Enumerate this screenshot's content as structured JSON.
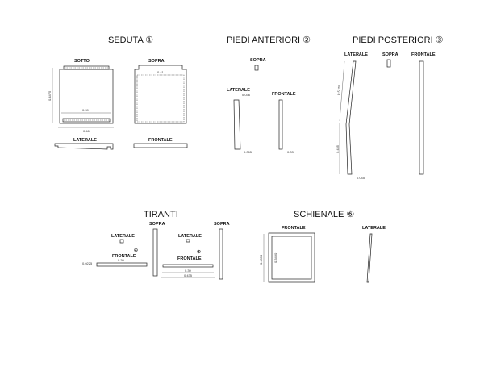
{
  "seduta": {
    "title": "SEDUTA ①",
    "sotto": "SOTTO",
    "sopra": "SOPRA",
    "laterale": "LATERALE",
    "frontale": "FRONTALE",
    "dim_height": "0.4475",
    "dim_inner": "0.39",
    "dim_width": "0.46",
    "dim_top": "0.41"
  },
  "piedi_anteriori": {
    "title": "PIEDI ANTERIORI ②",
    "sopra": "SOPRA",
    "laterale": "LATERALE",
    "frontale": "FRONTALE",
    "dim_top": "0.036",
    "dim_bottom": "0.065",
    "dim_front": "0.03"
  },
  "piedi_posteriori": {
    "title": "PIEDI POSTERIORI ③",
    "laterale": "LATERALE",
    "sopra": "SOPRA",
    "frontale": "FRONTALE",
    "dim_upper": "0.5125",
    "dim_lower": "0.435",
    "dim_bottom": "0.045"
  },
  "tiranti": {
    "title": "TIRANTI",
    "sopra_1": "SOPRA",
    "laterale_1": "LATERALE",
    "frontale_1": "FRONTALE",
    "mark_1": "④",
    "dim_side": "0.0225",
    "dim_len_1": "0.39",
    "sopra_2": "SOPRA",
    "laterale_2": "LATERALE",
    "frontale_2": "FRONTALE",
    "mark_2": "⑤",
    "dim_len_2a": "0.39",
    "dim_len_2b": "0.435"
  },
  "schienale": {
    "title": "SCHIENALE ⑥",
    "frontale": "FRONTALE",
    "laterale": "LATERALE",
    "dim_outer": "0.4090",
    "dim_inner": "0.3490"
  }
}
